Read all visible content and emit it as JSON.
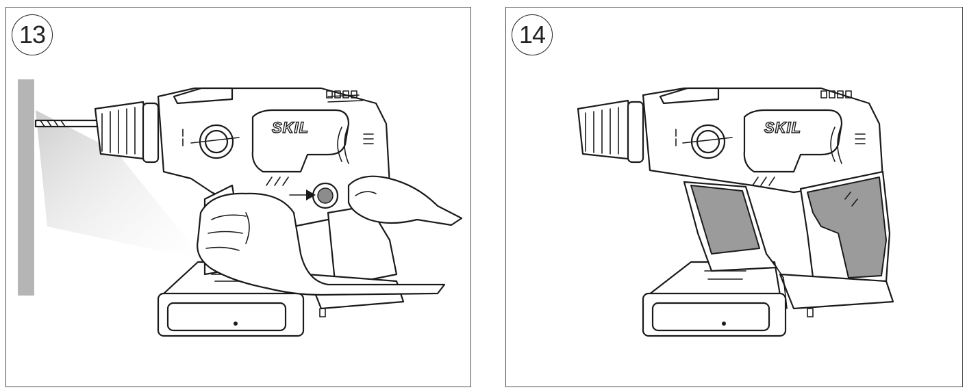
{
  "figures": [
    {
      "step": "13",
      "brand": "SKIL"
    },
    {
      "step": "14",
      "brand": "SKIL"
    }
  ]
}
